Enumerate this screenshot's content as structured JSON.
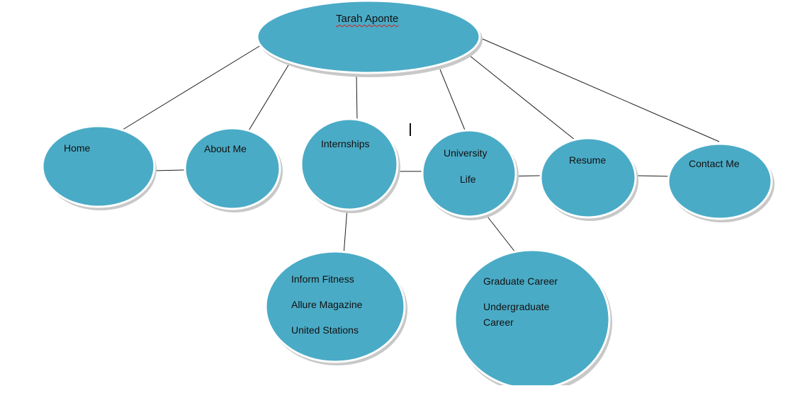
{
  "diagram": {
    "colors": {
      "node_fill": "#4aabc6",
      "node_border": "#ffffff",
      "node_shadow": "#c8c8c8",
      "connector": "#1e1e1e",
      "text": "#111111"
    },
    "root": {
      "label": "Tarah Aponte"
    },
    "nodes": {
      "home": {
        "label": "Home"
      },
      "about": {
        "label": "About Me"
      },
      "internships": {
        "label": "Internships"
      },
      "university": {
        "line1": "University",
        "line2": "Life"
      },
      "resume": {
        "label": "Resume"
      },
      "contact": {
        "label": "Contact Me"
      },
      "internships_detail": {
        "items": [
          "Inform Fitness",
          "Allure Magazine",
          "United Stations"
        ]
      },
      "university_detail": {
        "item1": "Graduate Career",
        "item2_line1": "Undergraduate",
        "item2_line2": "Career"
      }
    }
  }
}
